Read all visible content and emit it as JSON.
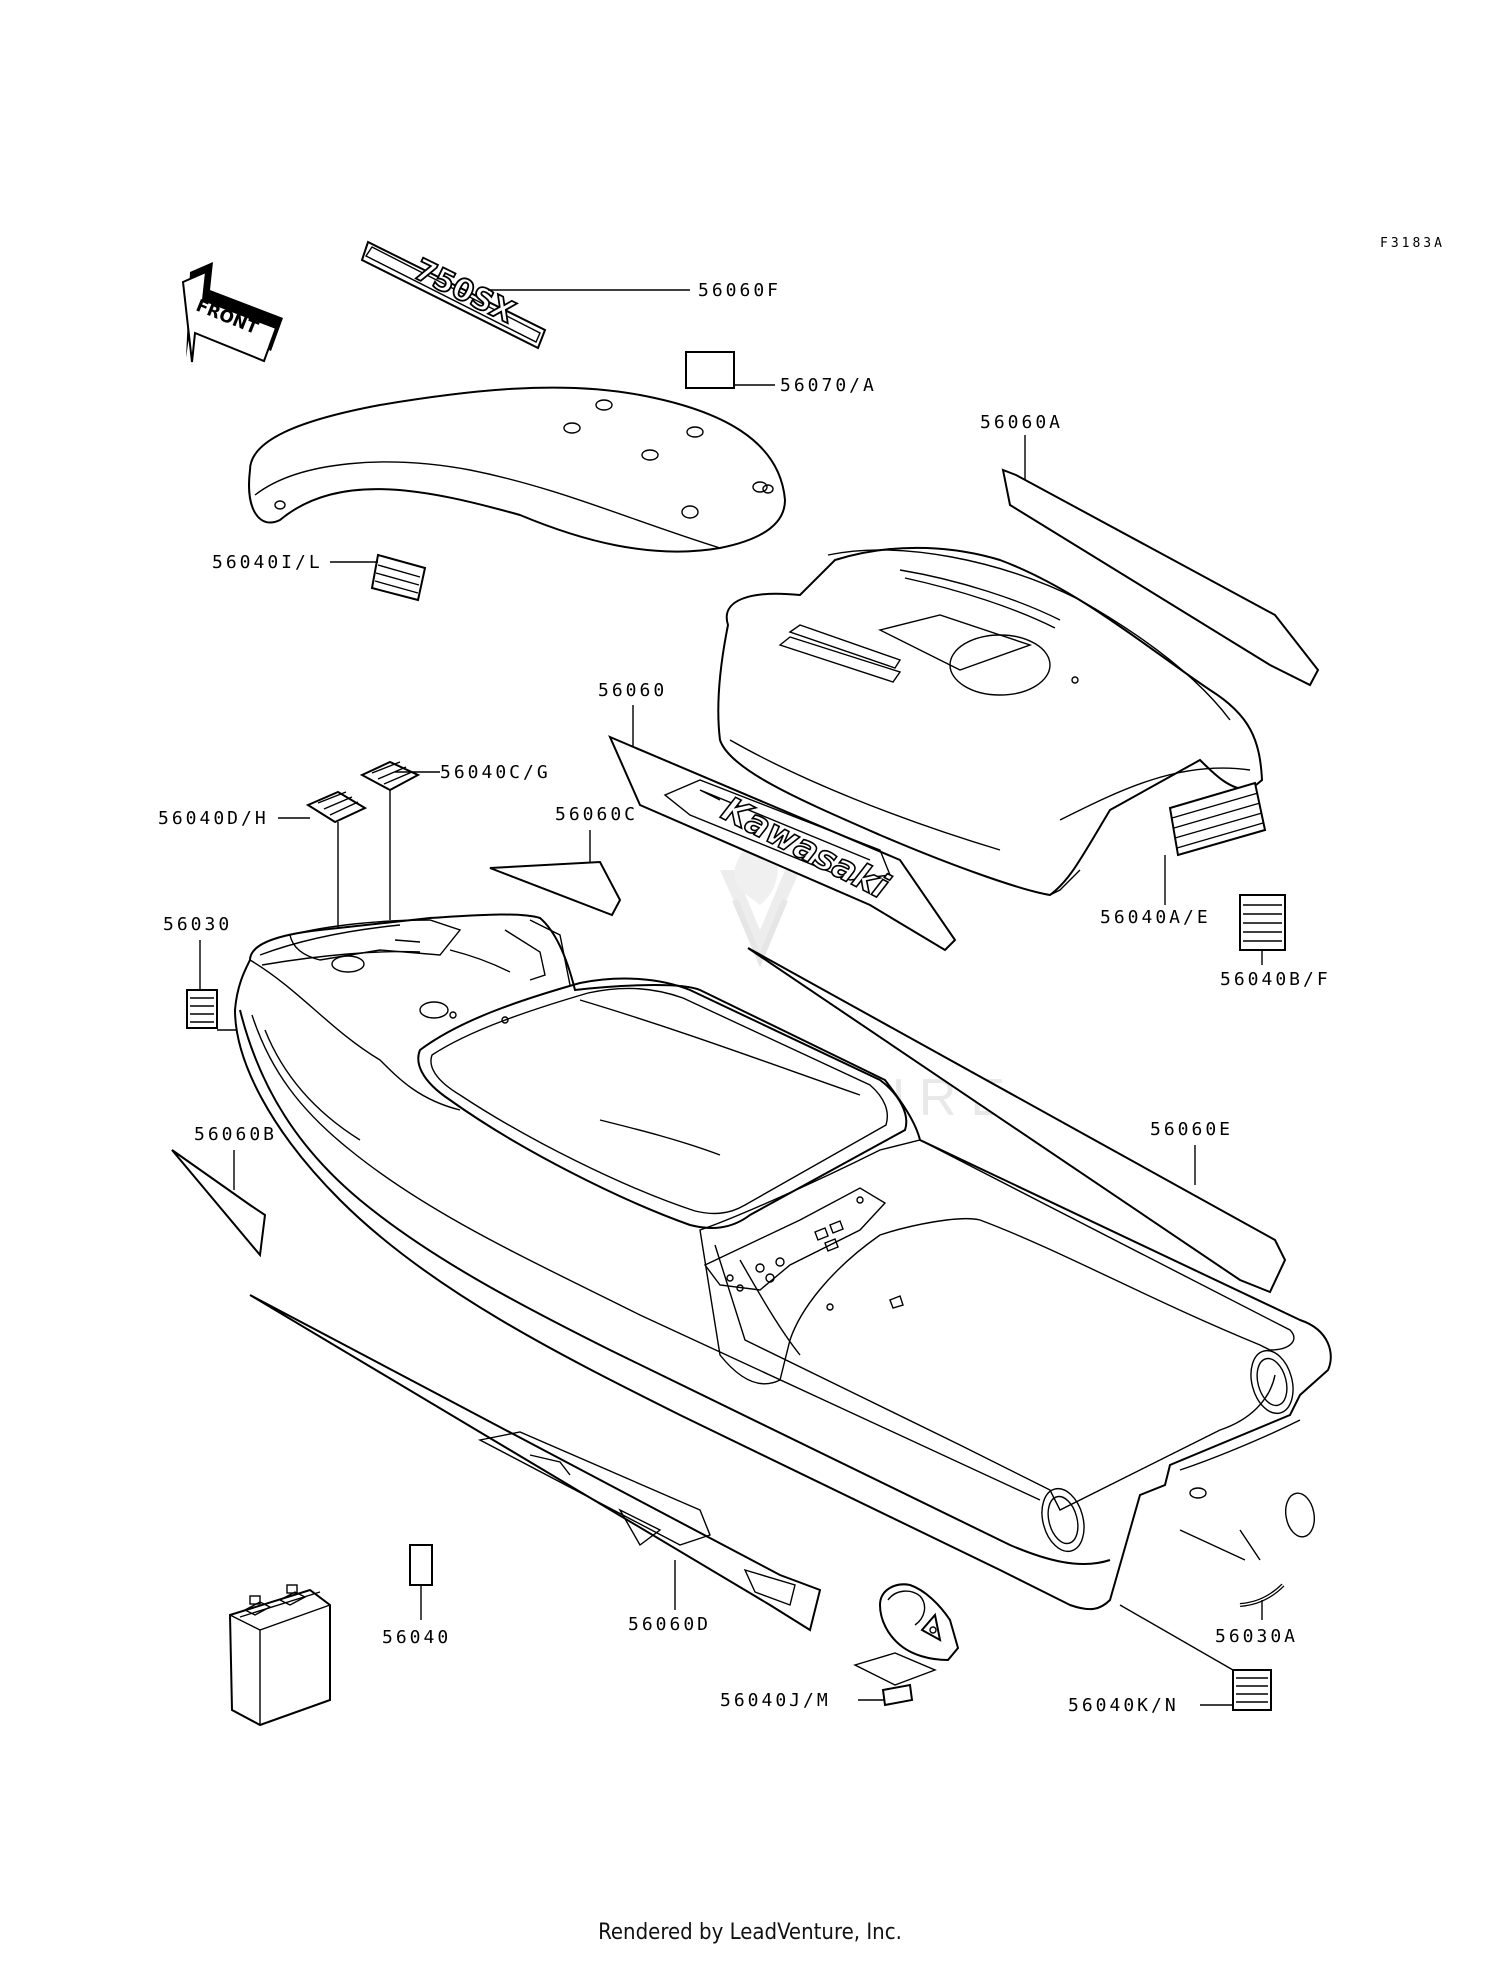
{
  "diagram_code": "F3183A",
  "front_arrow_label": "FRONT",
  "emblem_text": "750SX",
  "brand_text": "Kawasaki",
  "watermark": "LEADVENTURE",
  "footer": "Rendered by LeadVenture, Inc.",
  "labels": [
    {
      "id": "56060F",
      "text": "56060F"
    },
    {
      "id": "56070A",
      "text": "56070/A"
    },
    {
      "id": "56060A",
      "text": "56060A"
    },
    {
      "id": "56040IL",
      "text": "56040I/L"
    },
    {
      "id": "56060",
      "text": "56060"
    },
    {
      "id": "56040CG",
      "text": "56040C/G"
    },
    {
      "id": "56040DH",
      "text": "56040D/H"
    },
    {
      "id": "56060C",
      "text": "56060C"
    },
    {
      "id": "56030",
      "text": "56030"
    },
    {
      "id": "56040AE",
      "text": "56040A/E"
    },
    {
      "id": "56040BF",
      "text": "56040B/F"
    },
    {
      "id": "56060B",
      "text": "56060B"
    },
    {
      "id": "56060E",
      "text": "56060E"
    },
    {
      "id": "56040",
      "text": "56040"
    },
    {
      "id": "56060D",
      "text": "56060D"
    },
    {
      "id": "56030A",
      "text": "56030A"
    },
    {
      "id": "56040JM",
      "text": "56040J/M"
    },
    {
      "id": "56040KN",
      "text": "56040K/N"
    }
  ]
}
